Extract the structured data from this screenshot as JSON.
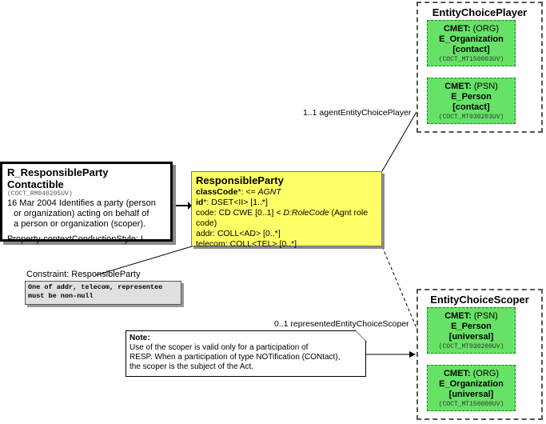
{
  "player": {
    "title": "EntityChoicePlayer",
    "org": {
      "cmet": "CMET:",
      "kind": "(ORG)",
      "name": "E_Organization",
      "flavor": "[contact]",
      "code": "(COCT_MT150003UV)"
    },
    "psn": {
      "cmet": "CMET:",
      "kind": "(PSN)",
      "name": "E_Person",
      "flavor": "[contact]",
      "code": "(COCT_MT030203UV)"
    }
  },
  "scoper": {
    "title": "EntityChoiceScoper",
    "psn": {
      "cmet": "CMET:",
      "kind": "(PSN)",
      "name": "E_Person",
      "flavor": "[universal]",
      "code": "(COCT_MT030200UV)"
    },
    "org": {
      "cmet": "CMET:",
      "kind": "(ORG)",
      "name": "E_Organization",
      "flavor": "[universal]",
      "code": "(COCT_MT150000UV)"
    }
  },
  "entry": {
    "title": "R_ResponsibleParty Contactible",
    "code": "(COCT_RM040205UV)",
    "desc1": "16 Mar 2004 Identifies a party (person",
    "desc2": "or organization) acting on behalf of",
    "desc3": "a person or organization (scoper).",
    "style": "Property-contextConductionStyle: I"
  },
  "responsible_party": {
    "title": "ResponsibleParty",
    "classcode_name": "classCode",
    "classcode_rest": "*: <= ",
    "classcode_val": "AGNT",
    "id_name": "id",
    "id_rest": "*: DSET<II> [1..*]",
    "code_pre": "code: CD CWE [0..1] < ",
    "code_domain": "D:RoleCode",
    "code_post": " (Agnt role code)",
    "addr": "addr: COLL<AD> [0..*]",
    "telecom": "telecom: COLL<TEL> [0..*]"
  },
  "associations": {
    "player": "1..1 agentEntityChoicePlayer",
    "scoper": "0..1 representedEntityChoiceScoper"
  },
  "constraint": {
    "title": "Constraint: ResponsibleParty",
    "line1": "One of addr, telecom, representee",
    "line2": "must be non-null"
  },
  "note": {
    "title": "Note:",
    "line1": "Use of the scoper is valid only for a participation of",
    "line2": "RESP. When a participation of type NOTification  (CONtact),",
    "line3": "the scoper is the subject of the Act."
  }
}
